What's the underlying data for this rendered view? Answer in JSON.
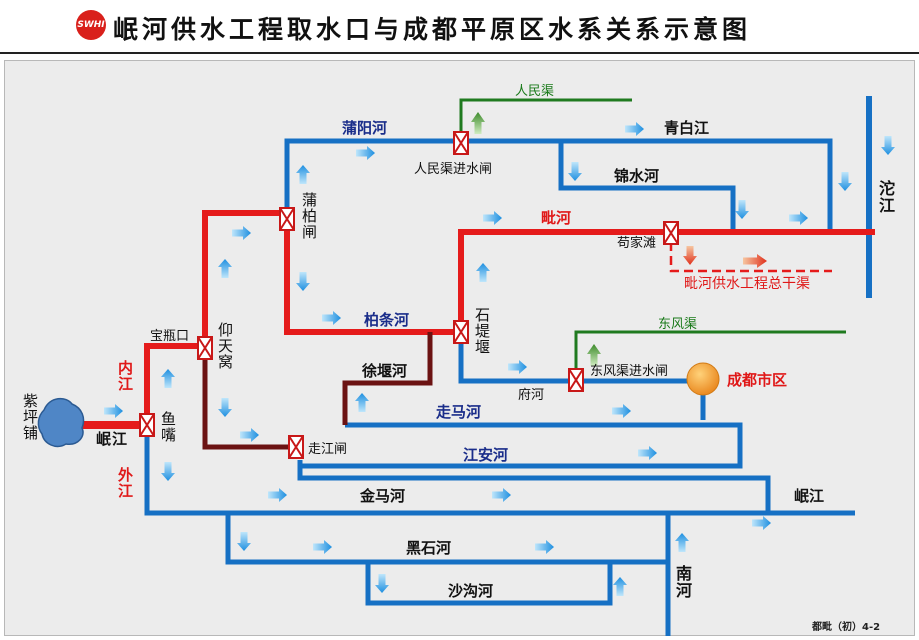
{
  "header": {
    "title": "岷河供水工程取水口与成都平原区水系关系示意图",
    "logo_text": "SWHI"
  },
  "rivers": {
    "puyang": "蒲阳河",
    "qingbai": "青白江",
    "jinshui": "锦水河",
    "pi": "毗河",
    "baitiao": "柏条河",
    "xuyan": "徐堰河",
    "zouma": "走马河",
    "jiangan": "江安河",
    "jinma": "金马河",
    "minjiang_right": "岷江",
    "heishi": "黑石河",
    "shagou": "沙沟河",
    "fu": "府河",
    "nan": "南河",
    "tuo": "沱江"
  },
  "canals": {
    "renmin": "人民渠",
    "dongfeng": "东风渠",
    "main_canal": "毗河供水工程总干渠"
  },
  "gates": {
    "renmin_gate": "人民渠进水闸",
    "dongfeng_gate": "东风渠进水闸",
    "gou_jia_tan": "苟家滩",
    "zoujiang_gate": "走江闸",
    "baoping": "宝瓶口"
  },
  "vertical_labels": {
    "puba": "蒲柏闸",
    "shidi": "石堤堰",
    "yangtian": "仰天窝",
    "yuzui": "鱼嘴",
    "zipingpu": "紫坪铺",
    "neijiang": "内江",
    "waijiang": "外江",
    "minjiang_left": "岷江",
    "nan_vert": "南河",
    "tuo_vert": "沱江"
  },
  "city": {
    "name": "成都市区",
    "color": "#f39a1e"
  },
  "colors": {
    "blue_river": "#1670c4",
    "red_river": "#e51b1b",
    "dark_red": "#6b1212",
    "green_canal": "#1f7a1f",
    "arrow": "#2fa8e8"
  },
  "footer": {
    "code": "都毗（初）4-2"
  }
}
